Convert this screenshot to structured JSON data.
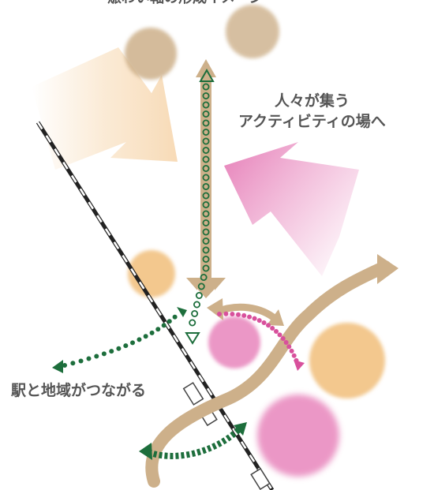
{
  "labels": {
    "top_partial": "・賑わい軸の形成イメージ",
    "activity_line1": "人々が集う",
    "activity_line2": "アクティビティの場へ",
    "station_connect": "駅と地域がつながる"
  },
  "colors": {
    "tan": "#cdb08a",
    "tan_dark": "#b99868",
    "peach": "#f3c88e",
    "pink": "#e98cc0",
    "pink_dot": "#d8509c",
    "green": "#1d6e3c",
    "text": "#555555"
  }
}
